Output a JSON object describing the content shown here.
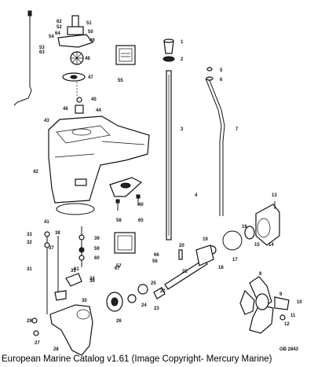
{
  "diagram": {
    "part_numbers": [
      "1",
      "2",
      "3",
      "4",
      "5",
      "6",
      "7",
      "8",
      "9",
      "10",
      "11",
      "12",
      "13",
      "14",
      "15",
      "16",
      "17",
      "18",
      "19",
      "20",
      "21",
      "22",
      "23",
      "24",
      "25",
      "26",
      "27",
      "28",
      "29",
      "30",
      "31",
      "32",
      "33",
      "34",
      "35",
      "36",
      "37",
      "38",
      "39",
      "40",
      "41",
      "42",
      "43",
      "44",
      "45",
      "46",
      "47",
      "48",
      "49",
      "50",
      "51",
      "52",
      "53",
      "54",
      "55",
      "56",
      "57",
      "58",
      "59",
      "60",
      "61",
      "62",
      "63",
      "64",
      "65",
      "66",
      "67"
    ],
    "drawing_code": "OB 2843"
  },
  "caption": "European Marine Catalog v1.61 (Image Copyright- Mercury Marine)"
}
